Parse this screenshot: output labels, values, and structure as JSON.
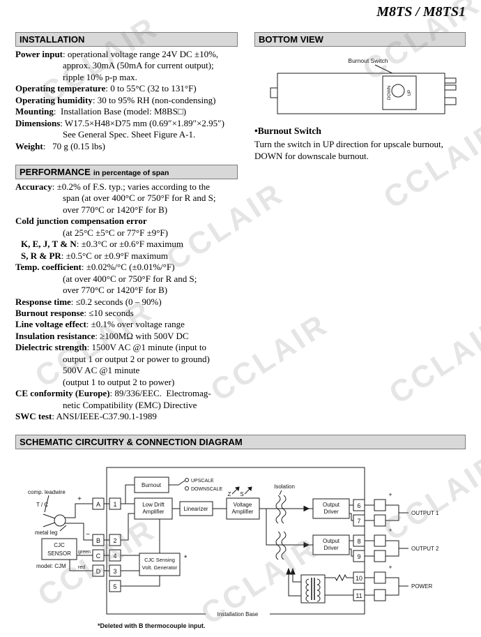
{
  "page": {
    "title": "M8TS / M8TS1",
    "watermark": "CCLAIR"
  },
  "installation": {
    "header": "INSTALLATION",
    "lines": [
      {
        "b": "Power input",
        "t": ": operational voltage range 24V DC ±10%,"
      },
      {
        "b": "",
        "t": "approx. 30mA (50mA for current output);"
      },
      {
        "b": "",
        "t": "ripple 10% p-p max."
      },
      {
        "b": "Operating temperature",
        "t": ": 0 to 55°C (32 to 131°F)"
      },
      {
        "b": "Operating humidity",
        "t": ": 30 to 95% RH (non-condensing)"
      },
      {
        "b": "Mounting",
        "t": ":  Installation Base (model: M8BS□)"
      },
      {
        "b": "Dimensions",
        "t": ": W17.5×H48×D75 mm (0.69″×1.89″×2.95″)"
      },
      {
        "b": "",
        "t": "See General Spec. Sheet Figure A-1."
      },
      {
        "b": "Weight",
        "t": ":   70 g (0.15 lbs)"
      }
    ]
  },
  "performance": {
    "header": "PERFORMANCE",
    "header_suffix": "in percentage of span",
    "lines": [
      {
        "b": "Accuracy",
        "t": ": ±0.2% of F.S. typ.; varies according to the"
      },
      {
        "b": "",
        "t": "span (at over 400°C or 750°F for R and S;"
      },
      {
        "b": "",
        "t": "over 770°C or 1420°F for B)"
      },
      {
        "b": "Cold junction compensation error",
        "t": ""
      },
      {
        "b": "",
        "t": "(at 25°C ±5°C or 77°F ±9°F)"
      },
      {
        "b": "K, E, J, T & N",
        "t": ": ±0.3°C or ±0.6°F maximum"
      },
      {
        "b": "S, R & PR",
        "t": ": ±0.5°C or ±0.9°F maximum"
      },
      {
        "b": "Temp. coefficient",
        "t": ": ±0.02%/°C (±0.01%/°F)"
      },
      {
        "b": "",
        "t": "(at over 400°C or 750°F for R and S;"
      },
      {
        "b": "",
        "t": "over 770°C or 1420°F for B)"
      },
      {
        "b": "Response time",
        "t": ": ≤0.2 seconds (0 – 90%)"
      },
      {
        "b": "Burnout response",
        "t": ": ≤10 seconds"
      },
      {
        "b": "Line voltage effect",
        "t": ": ±0.1% over voltage range"
      },
      {
        "b": "Insulation resistance",
        "t": ": ≥100MΩ with 500V DC"
      },
      {
        "b": "Dielectric strength",
        "t": ": 1500V AC @1 minute (input to"
      },
      {
        "b": "",
        "t": "output 1 or output 2 or power to ground)"
      },
      {
        "b": "",
        "t": "500V AC @1 minute"
      },
      {
        "b": "",
        "t": "(output 1 to output 2 to power)"
      },
      {
        "b": "CE conformity (Europe)",
        "t": ": 89/336/EEC.  Electromag-"
      },
      {
        "b": "",
        "t": "netic Compatibility (EMC) Directive"
      },
      {
        "b": "SWC test",
        "t": ": ANSI/IEEE-C37.90.1-1989"
      }
    ]
  },
  "bottom_view": {
    "header": "BOTTOM VIEW",
    "callout": "Burnout Switch",
    "down": "DOWN",
    "up": "UP",
    "title": "•Burnout Switch",
    "line1": "Turn the switch in UP direction for upscale burnout,",
    "line2": "DOWN for downscale burnout."
  },
  "schematic": {
    "header": "SCHEMATIC CIRCUITRY & CONNECTION DIAGRAM",
    "labels": {
      "comp_leadwire": "comp. leadwire",
      "tc": "T / C",
      "plus": "+",
      "minus": "−",
      "metal_leg": "metal leg",
      "cjc_line1": "CJC",
      "cjc_line2": "SENSOR",
      "model": "model: CJM",
      "green": "green",
      "red": "red",
      "burnout": "Burnout",
      "upscale": "UPSCALE",
      "downscale": "DOWNSCALE",
      "lowdrift1": "Low Drift",
      "lowdrift2": "Amplifier",
      "linearizer": "Linearizer",
      "volt1": "Voltage",
      "volt2": "Amplifier",
      "z": "Z",
      "s": "S",
      "isolation": "Isolation",
      "outdrv1": "Output",
      "outdrv2": "Driver",
      "cjcsens1": "CJC Sensing",
      "cjcsens2": "Volt. Generator",
      "asterisk": "*",
      "output1": "OUTPUT 1",
      "output2": "OUTPUT 2",
      "power": "POWER",
      "base": "Installation Base",
      "footnote": "*Deleted with B thermocouple input."
    },
    "terminals": {
      "letters": [
        "A",
        "B",
        "C",
        "D"
      ],
      "numbers": [
        "1",
        "2",
        "4",
        "3",
        "5"
      ],
      "right": [
        "6",
        "7",
        "8",
        "9",
        "10",
        "11"
      ]
    }
  }
}
